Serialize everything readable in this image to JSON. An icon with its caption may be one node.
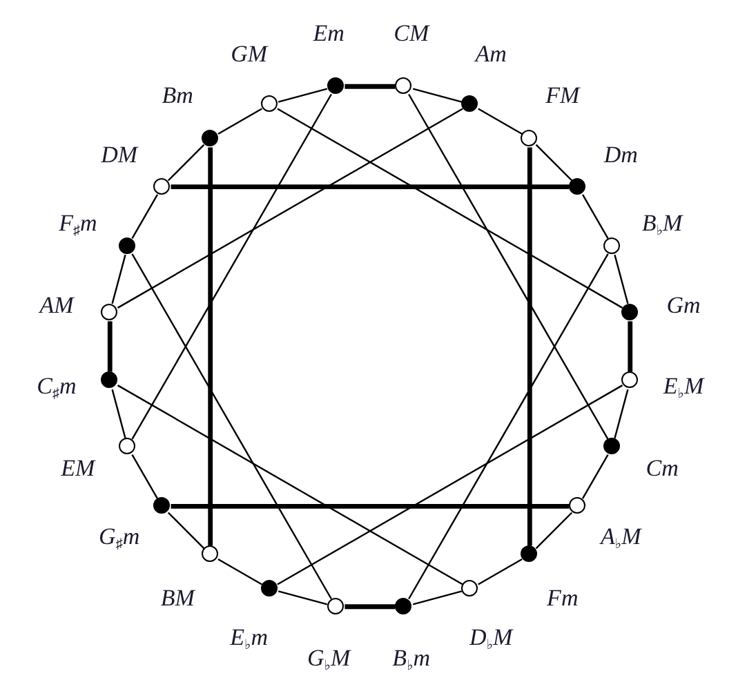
{
  "diagram": {
    "nodes": [
      {
        "text": [
          "CM"
        ]
      },
      {
        "text": [
          "Am"
        ]
      },
      {
        "text": [
          "FM"
        ]
      },
      {
        "text": [
          "Dm"
        ]
      },
      {
        "text": [
          "B$_{♭}$M"
        ]
      },
      {
        "text": [
          "Gm"
        ]
      },
      {
        "text": [
          "E$_{♭}$M"
        ]
      },
      {
        "text": [
          "Cm"
        ]
      },
      {
        "text": [
          "A$_{♭}$M"
        ]
      },
      {
        "text": [
          "Fm"
        ]
      },
      {
        "text": [
          "D$_{♭}$M"
        ]
      },
      {
        "text": [
          "B$_{♭}$m"
        ]
      },
      {
        "text": [
          "G$_{♭}$M"
        ]
      },
      {
        "text": [
          "E$_{♭}$m"
        ]
      },
      {
        "text": [
          "BM"
        ]
      },
      {
        "text": [
          "G$_{♯}$m"
        ]
      },
      {
        "text": [
          "EM"
        ]
      },
      {
        "text": [
          "C$_{♯}$m"
        ]
      },
      {
        "text": [
          "AM"
        ]
      },
      {
        "text": [
          "F$_{♯}$m"
        ]
      },
      {
        "text": [
          "DM"
        ]
      },
      {
        "text": [
          "Bm"
        ]
      },
      {
        "text": [
          "GM"
        ]
      },
      {
        "text": [
          "Em"
        ]
      }
    ],
    "edges": [
      {
        "from": 0,
        "to": 1,
        "arrow": "none"
      },
      {
        "from": 1,
        "to": 2,
        "arrow": "none"
      },
      {
        "from": 2,
        "to": 3,
        "arrow": "none"
      },
      {
        "from": 3,
        "to": 4,
        "arrow": "none"
      },
      {
        "from": 4,
        "to": 5,
        "arrow": "none"
      },
      {
        "from": 5,
        "to": 6,
        "arrow": "none",
        "style": "thick"
      },
      {
        "from": 6,
        "to": 7,
        "arrow": "none"
      },
      {
        "from": 7,
        "to": 8,
        "arrow": "none"
      },
      {
        "from": 8,
        "to": 9,
        "arrow": "none"
      },
      {
        "from": 9,
        "to": 10,
        "arrow": "none"
      },
      {
        "from": 10,
        "to": 11,
        "arrow": "none"
      },
      {
        "from": 11,
        "to": 12,
        "arrow": "none",
        "style": "thick"
      },
      {
        "from": 12,
        "to": 13,
        "arrow": "none"
      },
      {
        "from": 13,
        "to": 14,
        "arrow": "none"
      },
      {
        "from": 14,
        "to": 15,
        "arrow": "none"
      },
      {
        "from": 15,
        "to": 16,
        "arrow": "none"
      },
      {
        "from": 16,
        "to": 17,
        "arrow": "none"
      },
      {
        "from": 17,
        "to": 18,
        "arrow": "none",
        "style": "thick"
      },
      {
        "from": 18,
        "to": 19,
        "arrow": "none"
      },
      {
        "from": 19,
        "to": 20,
        "arrow": "none"
      },
      {
        "from": 20,
        "to": 21,
        "arrow": "none"
      },
      {
        "from": 21,
        "to": 22,
        "arrow": "none"
      },
      {
        "from": 22,
        "to": 23,
        "arrow": "none"
      },
      {
        "from": 23,
        "to": 0,
        "arrow": "none",
        "style": "thick"
      },
      {
        "from": 20,
        "to": 3,
        "arrow": "none",
        "style": "thick"
      },
      {
        "from": 21,
        "to": 14,
        "arrow": "none",
        "style": "thick"
      },
      {
        "from": 2,
        "to": 9,
        "arrow": "none",
        "style": "thick"
      },
      {
        "from": 15,
        "to": 8,
        "arrow": "none",
        "style": "thick"
      },
      {
        "from": 0,
        "to": 7,
        "arrow": "none"
      },
      {
        "from": 1,
        "to": 18,
        "arrow": "none"
      },
      {
        "from": 22,
        "to": 5,
        "arrow": "none"
      },
      {
        "from": 23,
        "to": 16,
        "arrow": "none"
      },
      {
        "from": 4,
        "to": 11,
        "arrow": "none"
      },
      {
        "from": 6,
        "to": 13,
        "arrow": "none"
      },
      {
        "from": 10,
        "to": 17,
        "arrow": "none"
      },
      {
        "from": 19,
        "to": 12,
        "arrow": "none"
      }
    ]
  }
}
